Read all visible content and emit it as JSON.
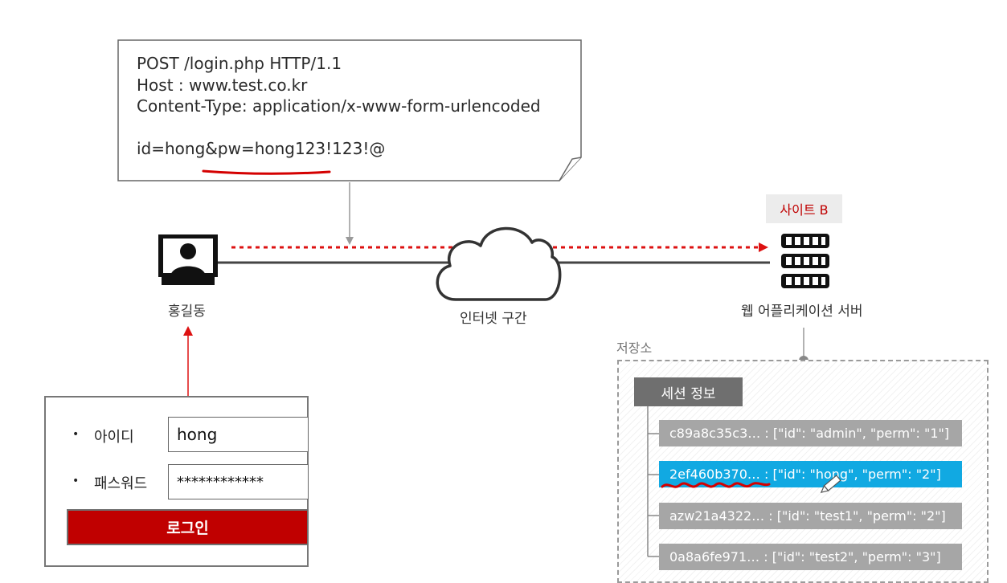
{
  "request": {
    "line1": "POST /login.php HTTP/1.1",
    "line2": "Host : www.test.co.kr",
    "line3": "Content-Type: application/x-www-form-urlencoded",
    "body": "id=hong&pw=hong123!123!@"
  },
  "client": {
    "label": "홍길동"
  },
  "cloud": {
    "label": "인터넷 구간"
  },
  "server": {
    "tag": "사이트 B",
    "label": "웹 어플리케이션 서버"
  },
  "storage": {
    "label": "저장소",
    "session_header": "세션 정보",
    "sessions": [
      {
        "text": "c89a8c35c3… : [\"id\": \"admin\", \"perm\": \"1\"]",
        "highlighted": false
      },
      {
        "text": "2ef460b370… : [\"id\": \"hong\", \"perm\": \"2\"]",
        "highlighted": true
      },
      {
        "text": "azw21a4322… : [\"id\": \"test1\", \"perm\": \"2\"]",
        "highlighted": false
      },
      {
        "text": "0a8a6fe971… : [\"id\": \"test2\", \"perm\": \"3\"]",
        "highlighted": false
      }
    ]
  },
  "login": {
    "id_label": "아이디",
    "id_value": "hong",
    "pw_label": "패스워드",
    "pw_value": "************",
    "button": "로그인"
  },
  "colors": {
    "accent_red": "#c00000",
    "highlight_blue": "#11a9e2",
    "row_gray": "#a6a6a6",
    "header_gray": "#6f6f6f"
  }
}
